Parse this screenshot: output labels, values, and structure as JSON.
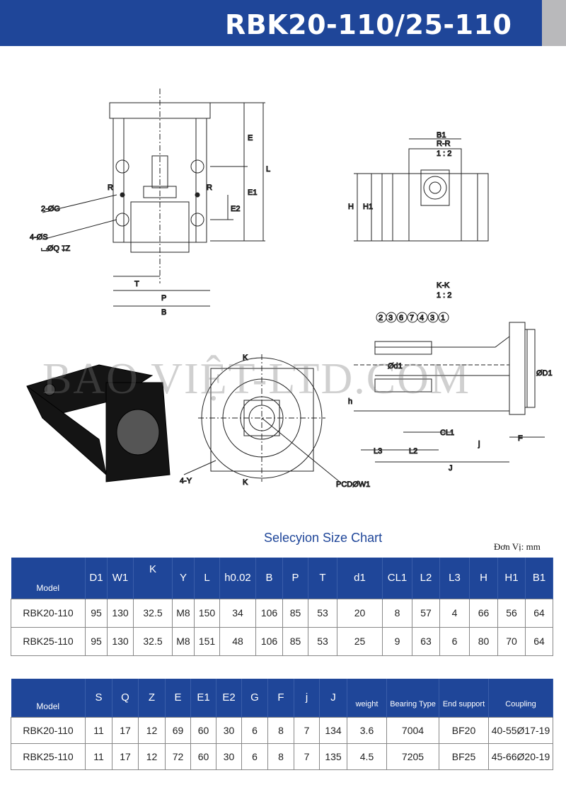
{
  "header": {
    "title": "RBK20-110/25-110"
  },
  "drawings": {
    "front": {
      "labels": [
        "E",
        "E1",
        "E2",
        "L",
        "R",
        "R",
        "2-ØG",
        "4-ØS",
        "⌴ØQ ↧Z",
        "T",
        "P",
        "B"
      ]
    },
    "side": {
      "section": "R-R",
      "scale": "1 : 2",
      "labels": [
        "B1",
        "H",
        "H1"
      ]
    },
    "bottom": {
      "labels": [
        "K",
        "K",
        "4-Y",
        "PCDØW1"
      ]
    },
    "section": {
      "section": "K-K",
      "scale": "1 : 2",
      "callouts": [
        "2",
        "3",
        "6",
        "7",
        "4",
        "3",
        "1"
      ],
      "labels": [
        "Ød1",
        "ØD1",
        "CL1",
        "L3",
        "L2",
        "J",
        "j",
        "F",
        "h"
      ]
    }
  },
  "watermark": "BAO VIỆT-LTD.COM",
  "chart_title": "Selecyion Size Chart",
  "unit": "Đơn Vị: mm",
  "table1": {
    "headers": [
      "Model",
      "D1",
      "W1",
      "K",
      "Y",
      "L",
      "h0.02",
      "B",
      "P",
      "T",
      "d1",
      "CL1",
      "L2",
      "L3",
      "H",
      "H1",
      "B1"
    ],
    "rows": [
      [
        "RBK20-110",
        "95",
        "130",
        "32.5",
        "M8",
        "150",
        "34",
        "106",
        "85",
        "53",
        "20",
        "8",
        "57",
        "4",
        "66",
        "56",
        "64"
      ],
      [
        "RBK25-110",
        "95",
        "130",
        "32.5",
        "M8",
        "151",
        "48",
        "106",
        "85",
        "53",
        "25",
        "9",
        "63",
        "6",
        "80",
        "70",
        "64"
      ]
    ]
  },
  "table2": {
    "headers": [
      "Model",
      "S",
      "Q",
      "Z",
      "E",
      "E1",
      "E2",
      "G",
      "F",
      "j",
      "J",
      "weight",
      "Bearing Type",
      "End support",
      "Coupling"
    ],
    "rows": [
      [
        "RBK20-110",
        "11",
        "17",
        "12",
        "69",
        "60",
        "30",
        "6",
        "8",
        "7",
        "134",
        "3.6",
        "7004",
        "BF20",
        "40-55Ø17-19"
      ],
      [
        "RBK25-110",
        "11",
        "17",
        "12",
        "72",
        "60",
        "30",
        "6",
        "8",
        "7",
        "135",
        "4.5",
        "7205",
        "BF25",
        "45-66Ø20-19"
      ]
    ]
  }
}
